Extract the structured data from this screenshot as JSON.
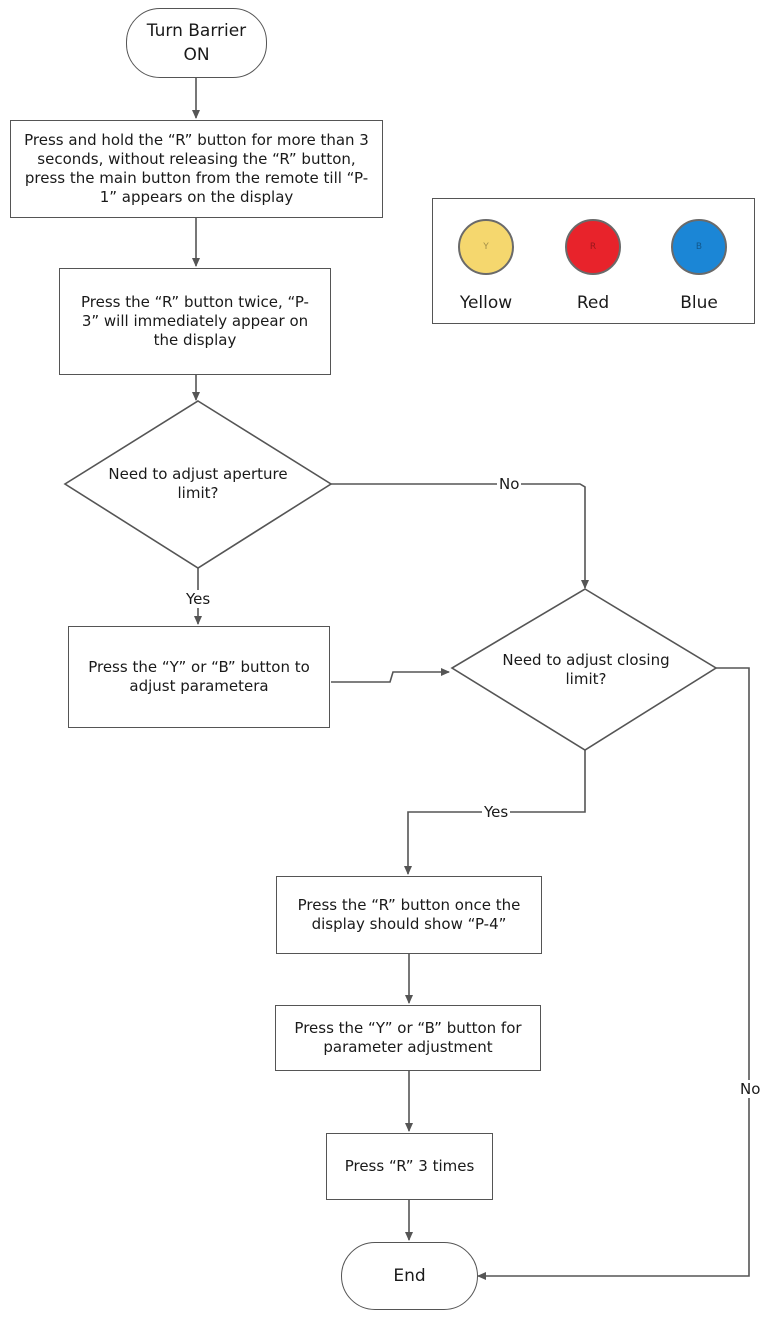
{
  "nodes": {
    "start": "Turn Barrier ON",
    "hold_r": "Press and hold the “R” button for more than 3 seconds, without releasing the “R” button, press the main button from the remote till “P-1” appears on the display",
    "press_r_twice": "Press the “R” button twice, “P-3” will immediately appear on the display",
    "aperture_question": "Need to adjust aperture limit?",
    "adjust_parametera": "Press the “Y” or “B” button to adjust parametera",
    "closing_question": "Need to adjust closing limit?",
    "press_r_once": "Press the “R” button once the display should show “P-4”",
    "param_adjust": "Press the “Y” or “B” button for parameter adjustment",
    "press_r_3": "Press “R” 3 times",
    "end": "End"
  },
  "edge_labels": {
    "aperture_no": "No",
    "aperture_yes": "Yes",
    "closing_yes": "Yes",
    "closing_no": "No"
  },
  "legend": {
    "items": [
      {
        "name": "Yellow",
        "mark": "Y",
        "color": "#f5d76e"
      },
      {
        "name": "Red",
        "mark": "R",
        "color": "#e8232b"
      },
      {
        "name": "Blue",
        "mark": "B",
        "color": "#1b86d6"
      }
    ]
  },
  "colors": {
    "line": "#555555"
  }
}
